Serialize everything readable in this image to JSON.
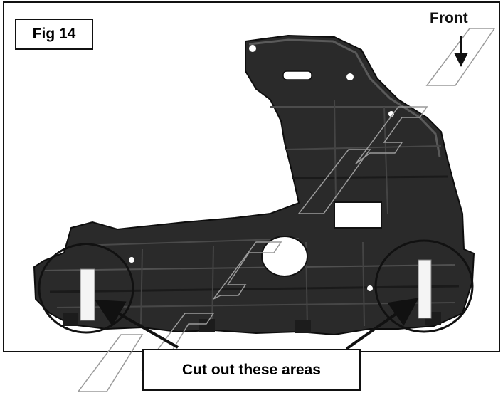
{
  "figure": {
    "label": "Fig 14",
    "front_label": "Front",
    "caption": "Cut out these areas"
  },
  "colors": {
    "panel": "#2a2a2a",
    "panel_dark": "#161616",
    "panel_highlight": "#5a5a5a",
    "outline": "#111111",
    "watermark": "#9a9a9a"
  },
  "icons": [
    "front-arrow-icon",
    "pointer-arrow-left-icon",
    "pointer-arrow-right-icon",
    "cutout-circle-left-icon",
    "cutout-circle-right-icon"
  ]
}
